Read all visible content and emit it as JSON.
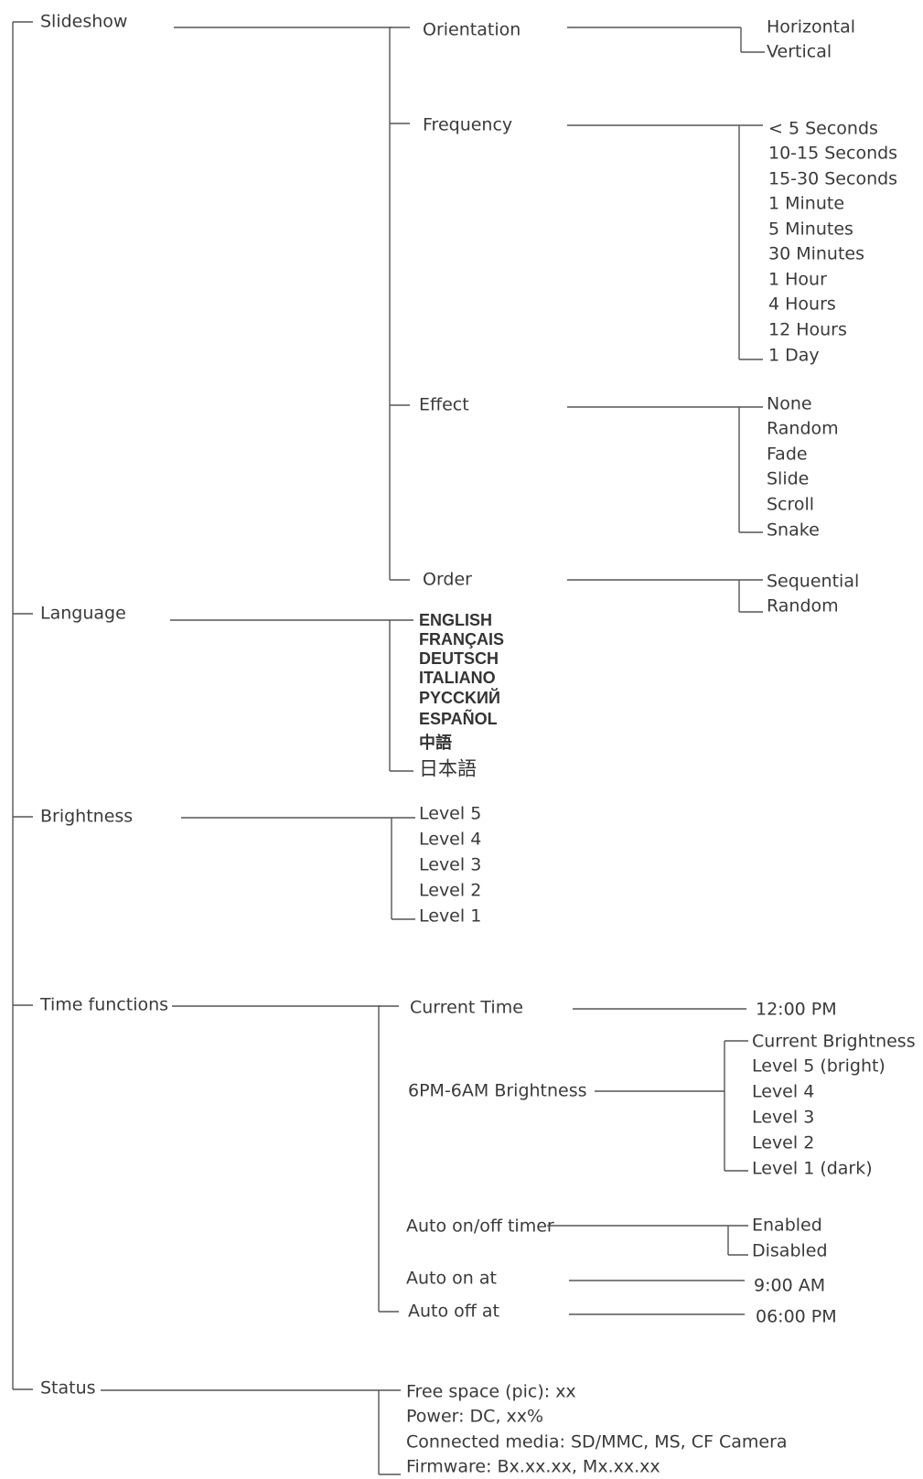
{
  "colors": {
    "line": "#555555",
    "text": "#3a3a3a"
  },
  "menu": {
    "slideshow": {
      "label": "Slideshow",
      "orientation": {
        "label": "Orientation",
        "options": [
          "Horizontal",
          "Vertical"
        ]
      },
      "frequency": {
        "label": "Frequency",
        "options": [
          "< 5 Seconds",
          "10-15 Seconds",
          "15-30 Seconds",
          "1 Minute",
          "5 Minutes",
          "30 Minutes",
          "1 Hour",
          "4 Hours",
          "12 Hours",
          "1 Day"
        ]
      },
      "effect": {
        "label": "Effect",
        "options": [
          "None",
          "Random",
          "Fade",
          "Slide",
          "Scroll",
          "Snake"
        ]
      },
      "order": {
        "label": "Order",
        "options": [
          "Sequential",
          "Random"
        ]
      }
    },
    "language": {
      "label": "Language",
      "options": [
        "ENGLISH",
        "FRANÇAIS",
        "DEUTSCH",
        "ITALIANO",
        "PYCCKИЙ",
        "ESPAÑOL",
        "中語",
        "日本語"
      ]
    },
    "brightness": {
      "label": "Brightness",
      "options": [
        "Level 5",
        "Level 4",
        "Level 3",
        "Level 2",
        "Level 1"
      ]
    },
    "time_functions": {
      "label": "Time functions",
      "current_time": {
        "label": "Current Time",
        "value": "12:00 PM"
      },
      "night_brightness": {
        "label": "6PM-6AM Brightness",
        "options": [
          "Current Brightness",
          "Level 5 (bright)",
          "Level 4",
          "Level 3",
          "Level 2",
          "Level 1 (dark)"
        ]
      },
      "auto_timer": {
        "label": "Auto on/off timer",
        "options": [
          "Enabled",
          "Disabled"
        ]
      },
      "auto_on": {
        "label": "Auto on at",
        "value": "9:00 AM"
      },
      "auto_off": {
        "label": "Auto off at",
        "value": "06:00 PM"
      }
    },
    "status": {
      "label": "Status",
      "items": [
        "Free space (pic): xx",
        "Power: DC, xx%",
        "Connected media: SD/MMC, MS, CF Camera",
        "Firmware: Bx.xx.xx, Mx.xx.xx"
      ]
    }
  }
}
